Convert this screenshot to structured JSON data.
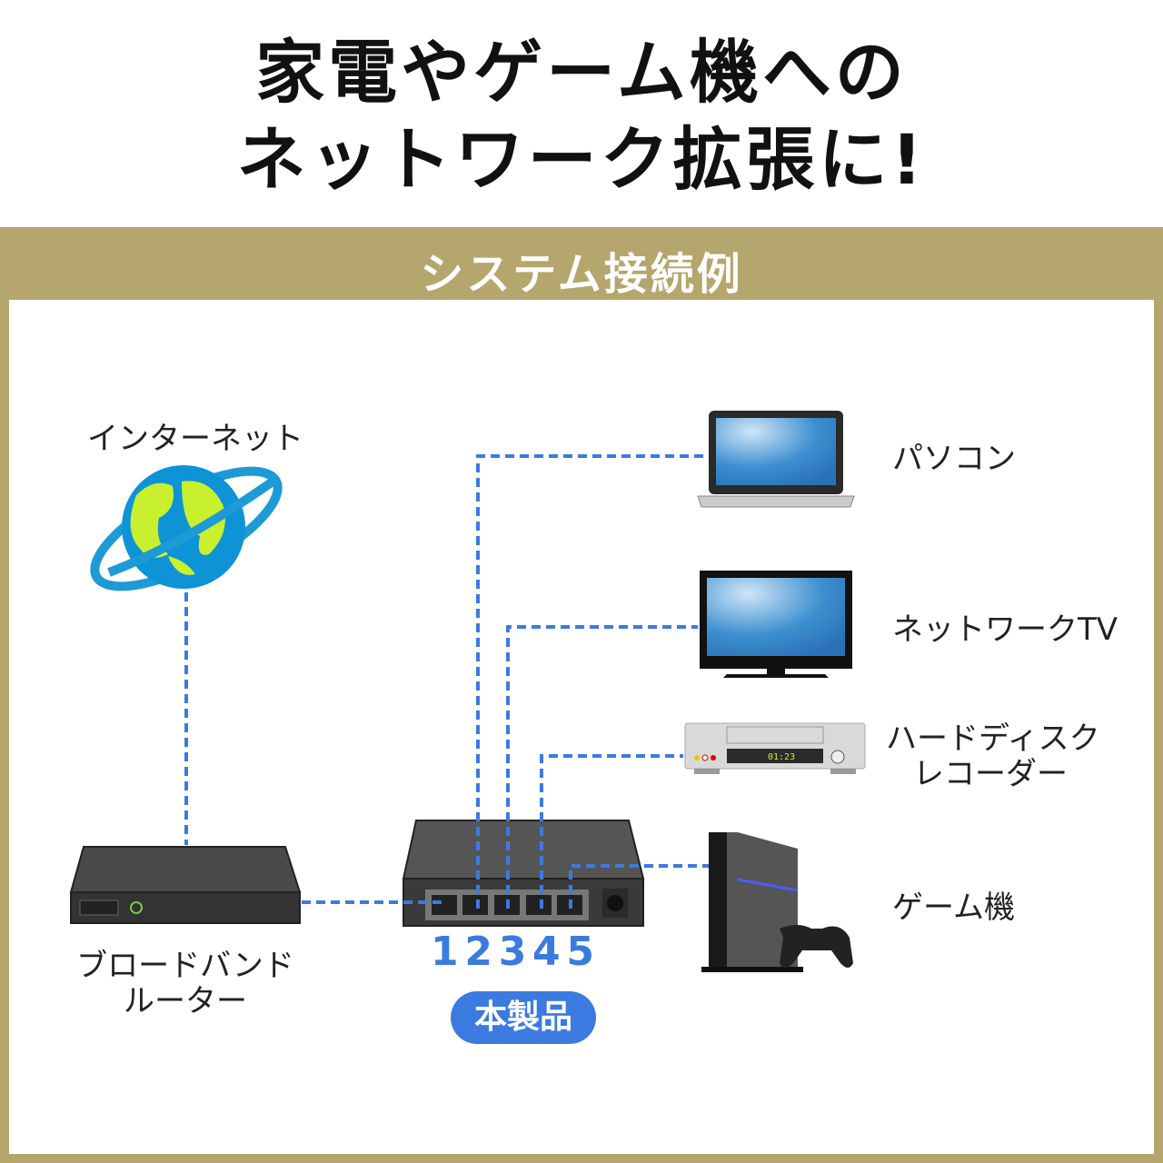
{
  "header": {
    "title_line1": "家電やゲーム機への",
    "title_line2": "ネットワーク拡張に!"
  },
  "section": {
    "title": "システム接続例"
  },
  "nodes": {
    "internet": "インターネット",
    "router_line1": "ブロードバンド",
    "router_line2": "ルーター",
    "pc": "パソコン",
    "tv": "ネットワークTV",
    "recorder_line1": "ハードディスク",
    "recorder_line2": "レコーダー",
    "game": "ゲーム機"
  },
  "switch": {
    "ports": [
      "1",
      "2",
      "3",
      "4",
      "5"
    ],
    "badge": "本製品"
  },
  "recorder_display": "01:23",
  "colors": {
    "accent": "#3b7be0",
    "band": "#b5a66e"
  }
}
